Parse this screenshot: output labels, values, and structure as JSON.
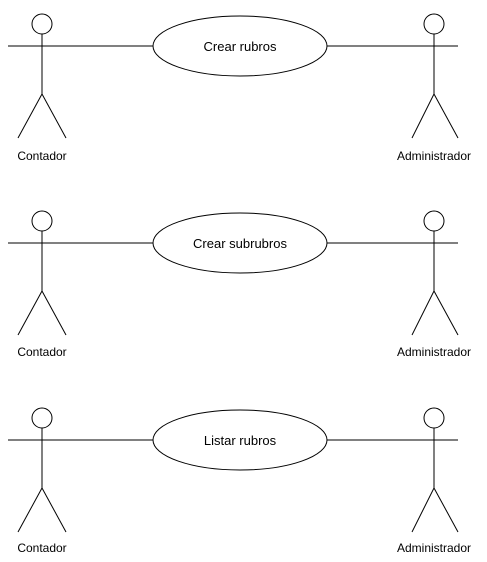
{
  "diagram": {
    "rows": [
      {
        "use_case": "Crear rubros",
        "left_actor": "Contador",
        "right_actor": "Administrador"
      },
      {
        "use_case": "Crear subrubros",
        "left_actor": "Contador",
        "right_actor": "Administrador"
      },
      {
        "use_case": "Listar rubros",
        "left_actor": "Contador",
        "right_actor": "Administrador"
      }
    ]
  }
}
